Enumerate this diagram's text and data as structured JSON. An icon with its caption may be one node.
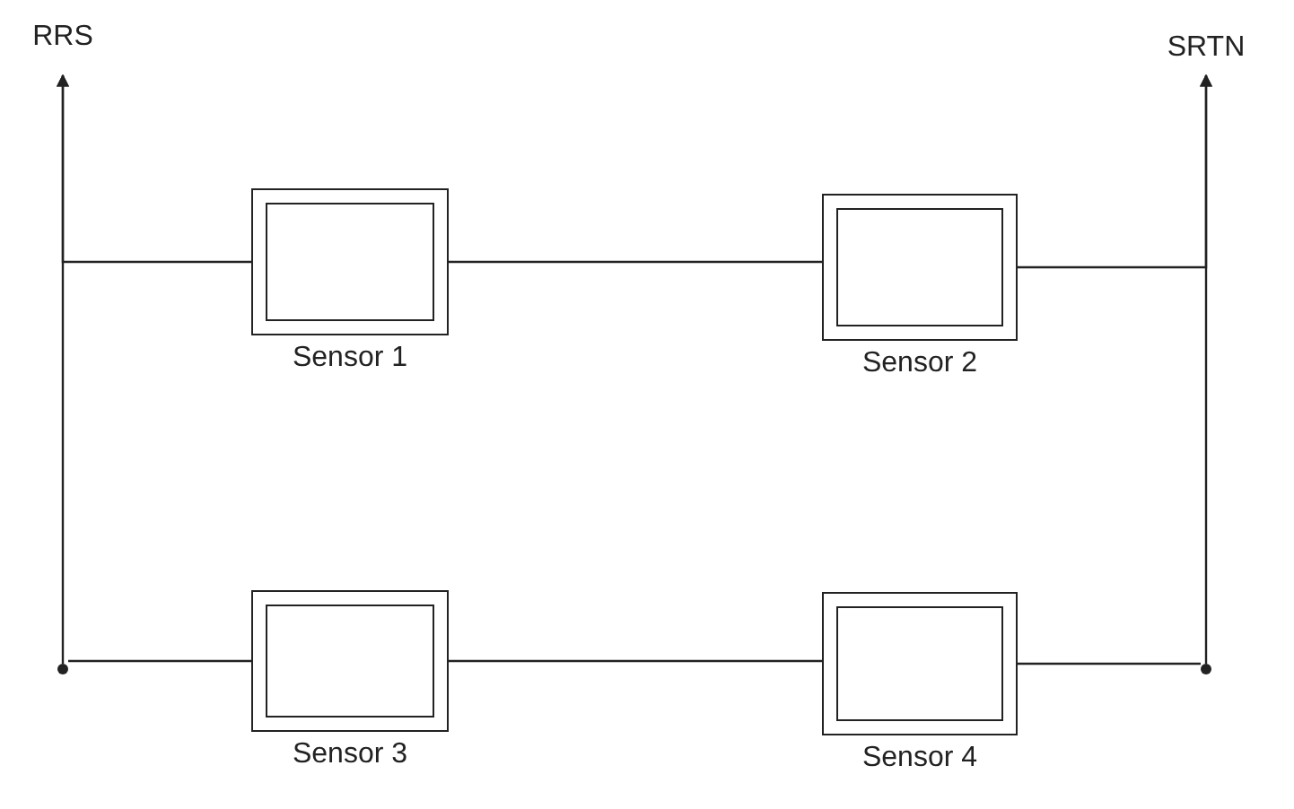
{
  "diagram": {
    "nodes": [
      {
        "text": [
          "RRS"
        ]
      },
      {
        "text": [
          "SRTN"
        ]
      },
      {
        "text": [
          "Sensor 1"
        ]
      },
      {
        "text": [
          "Sensor 2"
        ]
      },
      {
        "text": [],
        "shape": "circle"
      },
      {
        "text": [
          "Sensor 3"
        ]
      },
      {
        "text": [
          "Sensor 4"
        ]
      },
      {
        "text": [],
        "shape": "circle"
      }
    ],
    "edges": [
      {
        "from": 2,
        "to": 0,
        "arrow": "to"
      },
      {
        "from": 4,
        "to": 0,
        "arrow": "to"
      },
      {
        "from": 2,
        "to": 3,
        "arrow": "none"
      },
      {
        "from": 3,
        "to": 1,
        "arrow": "to"
      },
      {
        "from": 7,
        "to": 1,
        "arrow": "to"
      },
      {
        "from": 5,
        "to": 4,
        "arrow": "none"
      },
      {
        "from": 5,
        "to": 6,
        "arrow": "none"
      },
      {
        "from": 6,
        "to": 7,
        "arrow": "none"
      }
    ]
  }
}
